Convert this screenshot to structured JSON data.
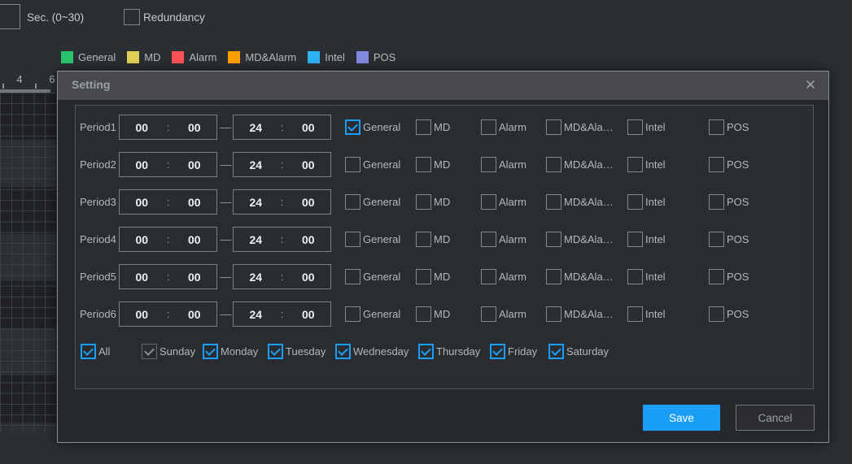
{
  "topbar": {
    "sec_value": "",
    "sec_label": "Sec. (0~30)",
    "redundancy": {
      "label": "Redundancy",
      "checked": false
    }
  },
  "legend": {
    "items": [
      {
        "label": "General",
        "color": "#2bc46e"
      },
      {
        "label": "MD",
        "color": "#e2d055"
      },
      {
        "label": "Alarm",
        "color": "#fb5355"
      },
      {
        "label": "MD&Alarm",
        "color": "#ffa000"
      },
      {
        "label": "Intel",
        "color": "#2eb4f2"
      },
      {
        "label": "POS",
        "color": "#8289e0"
      }
    ]
  },
  "timeline": {
    "tick_labels": [
      "4",
      "6"
    ]
  },
  "dialog": {
    "title": "Setting",
    "close_icon": "✕",
    "time_separator": ":",
    "range_separator": "—",
    "type_columns": [
      "General",
      "MD",
      "Alarm",
      "MD&Ala…",
      "Intel",
      "POS"
    ],
    "periods": [
      {
        "label": "Period1",
        "start_hour": "00",
        "start_min": "00",
        "end_hour": "24",
        "end_min": "00",
        "types_checked": [
          true,
          false,
          false,
          false,
          false,
          false
        ]
      },
      {
        "label": "Period2",
        "start_hour": "00",
        "start_min": "00",
        "end_hour": "24",
        "end_min": "00",
        "types_checked": [
          false,
          false,
          false,
          false,
          false,
          false
        ]
      },
      {
        "label": "Period3",
        "start_hour": "00",
        "start_min": "00",
        "end_hour": "24",
        "end_min": "00",
        "types_checked": [
          false,
          false,
          false,
          false,
          false,
          false
        ]
      },
      {
        "label": "Period4",
        "start_hour": "00",
        "start_min": "00",
        "end_hour": "24",
        "end_min": "00",
        "types_checked": [
          false,
          false,
          false,
          false,
          false,
          false
        ]
      },
      {
        "label": "Period5",
        "start_hour": "00",
        "start_min": "00",
        "end_hour": "24",
        "end_min": "00",
        "types_checked": [
          false,
          false,
          false,
          false,
          false,
          false
        ]
      },
      {
        "label": "Period6",
        "start_hour": "00",
        "start_min": "00",
        "end_hour": "24",
        "end_min": "00",
        "types_checked": [
          false,
          false,
          false,
          false,
          false,
          false
        ]
      }
    ],
    "days": [
      {
        "label": "All",
        "checked": true,
        "disabled": false
      },
      {
        "label": "Sunday",
        "checked": true,
        "disabled": true
      },
      {
        "label": "Monday",
        "checked": true,
        "disabled": false
      },
      {
        "label": "Tuesday",
        "checked": true,
        "disabled": false
      },
      {
        "label": "Wednesday",
        "checked": true,
        "disabled": false
      },
      {
        "label": "Thursday",
        "checked": true,
        "disabled": false
      },
      {
        "label": "Friday",
        "checked": true,
        "disabled": false
      },
      {
        "label": "Saturday",
        "checked": true,
        "disabled": false
      }
    ],
    "buttons": {
      "save": "Save",
      "cancel": "Cancel"
    },
    "accent_color": "#1b9ef5"
  }
}
